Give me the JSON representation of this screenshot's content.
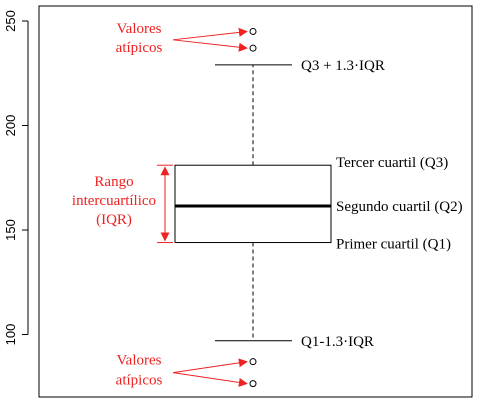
{
  "chart_data": {
    "type": "boxplot",
    "title": "",
    "xlabel": "",
    "ylabel": "",
    "ylim": [
      75,
      250
    ],
    "yticks": [
      100,
      150,
      200,
      250
    ],
    "box": {
      "q1": 144,
      "median": 161.5,
      "q3": 181,
      "whisker_low": 97,
      "whisker_high": 229
    },
    "outliers": [
      245,
      237,
      87,
      76.5
    ],
    "annotations": {
      "upper_whisker": "Q3 + 1.3·IQR",
      "lower_whisker": "Q1-1.3·IQR",
      "q3": "Tercer cuartil (Q3)",
      "median": "Segundo cuartil (Q2)",
      "q1": "Primer cuartil (Q1)",
      "iqr": [
        "Rango",
        "intercuartílico",
        "(IQR)"
      ],
      "outliers_top": [
        "Valores",
        "atípicos"
      ],
      "outliers_bottom": [
        "Valores",
        "atípicos"
      ]
    },
    "colors": {
      "annotation": "#ee2222",
      "ink": "#000000"
    }
  }
}
